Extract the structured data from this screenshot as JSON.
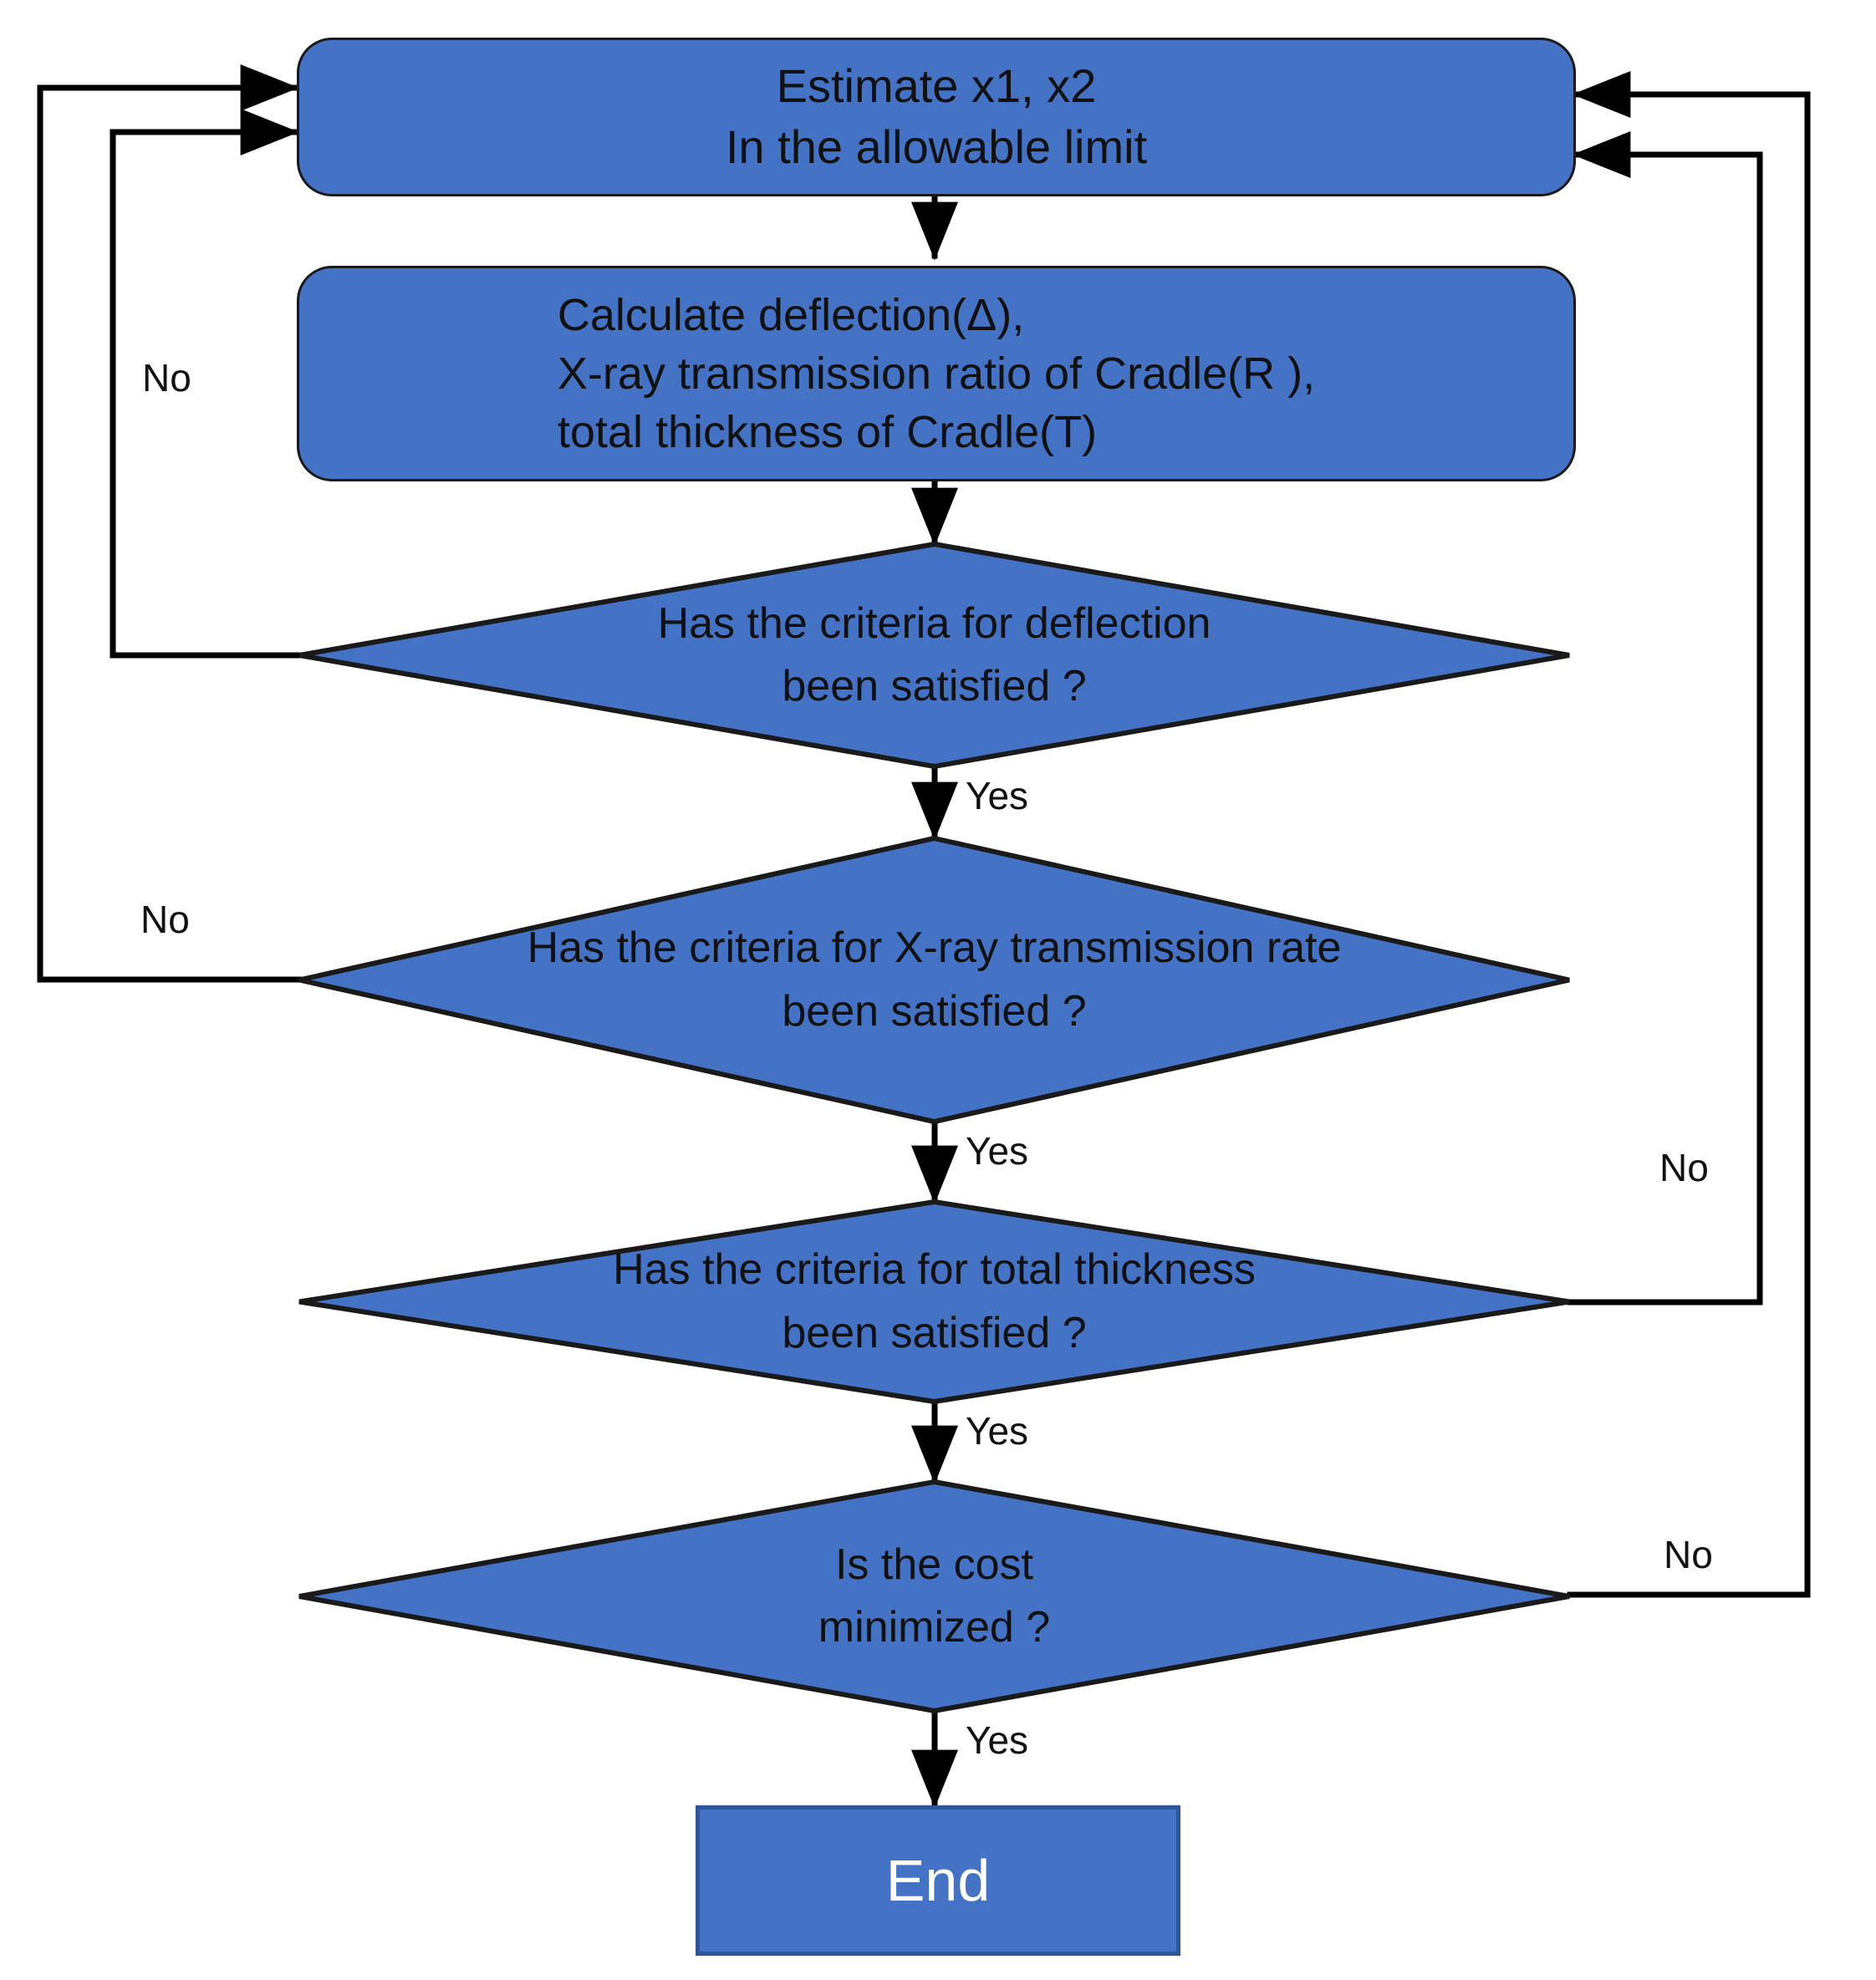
{
  "diagram": {
    "title": "Cradle design optimization flowchart",
    "colors": {
      "shape_fill": "#4472C4",
      "shape_stroke": "#1a1a1a",
      "terminator_stroke": "#2E5597",
      "terminator_text": "#FFFFFF",
      "line": "#000000",
      "background": "#FFFFFF"
    },
    "nodes": {
      "estimate": "Estimate x1, x2\nIn the allowable limit",
      "calculate": "Calculate  deflection(Δ),\n        X-ray transmission ratio of Cradle(R ),\n     total thickness of Cradle(T)",
      "deflection_check": "Has the criteria for deflection\nbeen satisfied ?",
      "xray_check": "Has the criteria for X-ray transmission rate\nbeen satisfied ?",
      "thickness_check": "Has the criteria for total thickness\nbeen satisfied ?",
      "cost_check": "Is the cost\nminimized ?",
      "end": "End"
    },
    "edge_labels": {
      "no_deflection": "No",
      "no_xray": "No",
      "no_thickness": "No",
      "no_cost": "No",
      "yes_deflection": "Yes",
      "yes_xray": "Yes",
      "yes_thickness": "Yes",
      "yes_cost": "Yes"
    }
  }
}
